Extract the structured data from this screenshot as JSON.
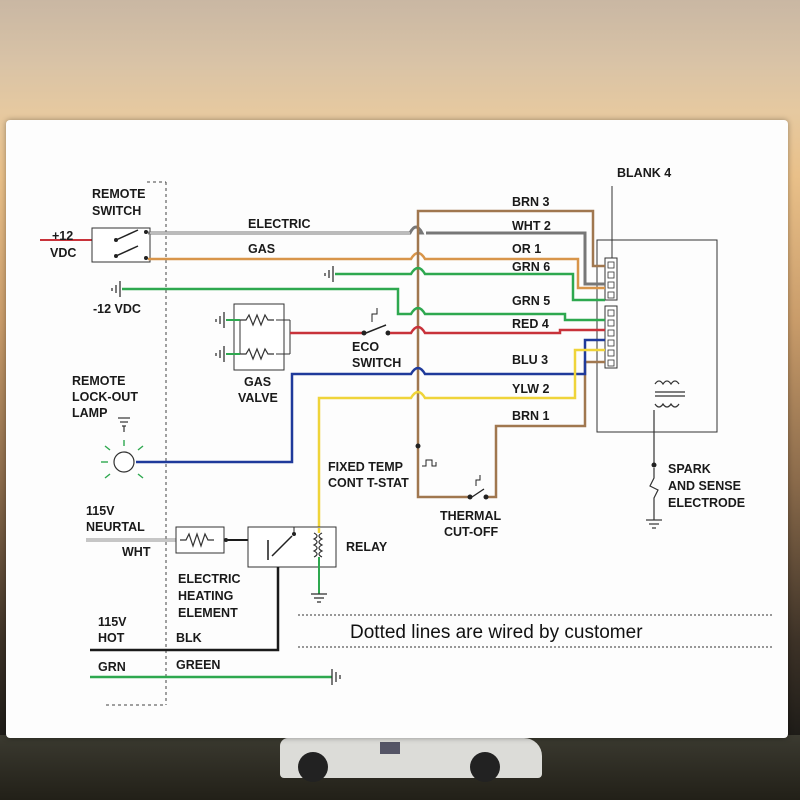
{
  "labels": {
    "remote_switch": [
      "REMOTE",
      "SWITCH"
    ],
    "plus12": "+12",
    "vdc": "VDC",
    "minus12": "-12 VDC",
    "electric": "ELECTRIC",
    "gas": "GAS",
    "remote_lockout": [
      "REMOTE",
      "LOCK-OUT",
      "LAMP"
    ],
    "gas_valve": [
      "GAS",
      "VALVE"
    ],
    "eco_switch": [
      "ECO",
      "SWITCH"
    ],
    "blank4": "BLANK 4",
    "brn3": "BRN 3",
    "wht2": "WHT 2",
    "or1": "OR 1",
    "grn6": "GRN 6",
    "grn5": "GRN 5",
    "red4": "RED 4",
    "blu3": "BLU 3",
    "ylw2": "YLW 2",
    "brn1": "BRN 1",
    "fixed_temp": [
      "FIXED TEMP",
      "CONT T-STAT"
    ],
    "thermal": [
      "THERMAL",
      "CUT-OFF"
    ],
    "spark": [
      "SPARK",
      "AND SENSE",
      "ELECTRODE"
    ],
    "neutral": [
      "115V",
      "NEURTAL"
    ],
    "wht": "WHT",
    "heating": [
      "ELECTRIC",
      "HEATING",
      "ELEMENT"
    ],
    "relay": "RELAY",
    "hot": [
      "115V",
      "HOT"
    ],
    "blk": "BLK",
    "grn": "GRN",
    "green": "GREEN",
    "caption": "Dotted lines are wired by customer"
  },
  "colors": {
    "black": "#1a1a1a",
    "gray": "#7a7a7a",
    "orange": "#d8954a",
    "green": "#2ea84f",
    "red": "#c8323a",
    "blue": "#1f3a9b",
    "yellow": "#efd43a",
    "brown": "#a0774f",
    "wht_wire": "#8e8e8e"
  }
}
